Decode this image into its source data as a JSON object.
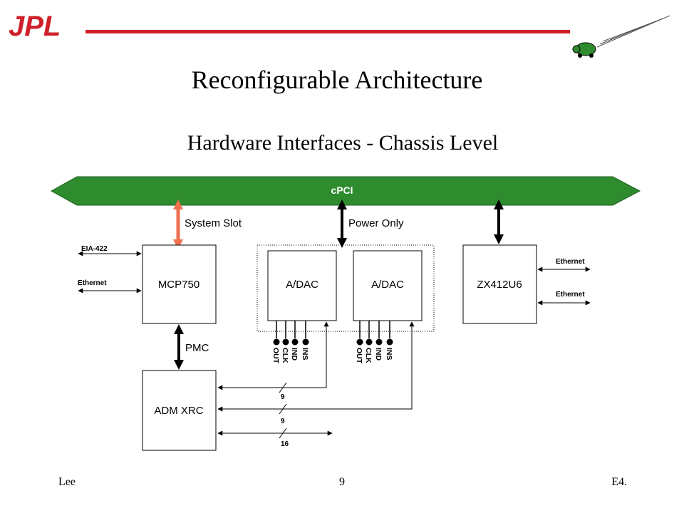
{
  "header": {
    "logo_text": "JPL",
    "title": "Reconfigurable Architecture",
    "subtitle": "Hardware Interfaces - Chassis Level",
    "brand_color": "#d0202a"
  },
  "bus": {
    "label": "cPCI",
    "color": "#2e8b2e"
  },
  "slots": {
    "system_slot": "System Slot",
    "power_only": "Power Only",
    "system_slot_color": "#f07050"
  },
  "boards": {
    "mcp750": "MCP750",
    "adac_1": "A/DAC",
    "adac_2": "A/DAC",
    "zx412u6": "ZX412U6",
    "adm_xrc": "ADM XRC"
  },
  "links": {
    "pmc": "PMC",
    "eia422": "EIA-422",
    "ethernet_left": "Ethernet",
    "ethernet_right_1": "Ethernet",
    "ethernet_right_2": "Ethernet"
  },
  "signals": {
    "adac_1": [
      "OUT",
      "CLK",
      "IND",
      "INS"
    ],
    "adac_2": [
      "OUT",
      "CLK",
      "IND",
      "INS"
    ]
  },
  "bus_widths": [
    "9",
    "9",
    "16"
  ],
  "footer": {
    "author": "Lee",
    "page": "9",
    "code": "E4."
  }
}
